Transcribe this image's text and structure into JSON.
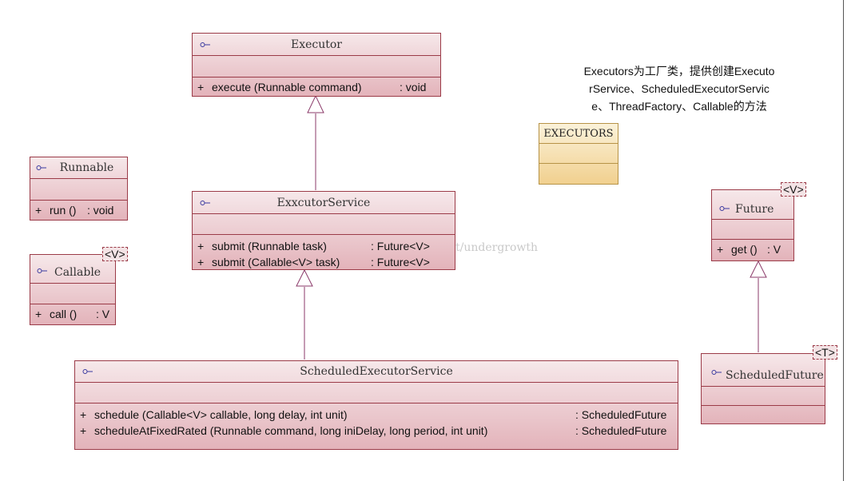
{
  "classes": {
    "executor": {
      "name": "Executor",
      "ops": [
        {
          "vis": "+",
          "sig": "execute (Runnable command)",
          "ret": ": void"
        }
      ]
    },
    "executor_service": {
      "name": "ExxcutorService",
      "ops": [
        {
          "vis": "+",
          "sig": "submit (Runnable task)",
          "ret": ": Future<V>"
        },
        {
          "vis": "+",
          "sig": "submit (Callable<V> task)",
          "ret": ": Future<V>"
        }
      ]
    },
    "scheduled_executor_service": {
      "name": "ScheduledExecutorService",
      "ops": [
        {
          "vis": "+",
          "sig": "schedule (Callable<V> callable, long delay, int unit)",
          "ret": ": ScheduledFuture"
        },
        {
          "vis": "+",
          "sig": "scheduleAtFixedRated (Runnable command, long iniDelay, long period, int unit)",
          "ret": ": ScheduledFuture"
        }
      ]
    },
    "runnable": {
      "name": "Runnable",
      "ops": [
        {
          "vis": "+",
          "sig": "run ()",
          "ret": ": void"
        }
      ]
    },
    "callable": {
      "name": "Callable",
      "type_param": "<V>",
      "ops": [
        {
          "vis": "+",
          "sig": "call ()",
          "ret": ": V"
        }
      ]
    },
    "future": {
      "name": "Future",
      "type_param": "<V>",
      "ops": [
        {
          "vis": "+",
          "sig": "get ()",
          "ret": ": V"
        }
      ]
    },
    "scheduled_future": {
      "name": "ScheduledFuture",
      "type_param": "<T>"
    },
    "executors": {
      "name": "EXECUTORS"
    }
  },
  "note": {
    "lines": [
      "Executors为工厂类，提供创建Executo",
      "rService、ScheduledExecutorServic",
      "e、ThreadFactory、Callable的方法"
    ]
  },
  "watermark": "t/undergrowth",
  "colors": {
    "class_border": "#9b3b48",
    "class_fill_top": "#f6e8ea",
    "class_fill_bottom": "#e3b3ba",
    "executors_fill": "#f1d08f",
    "connector": "#8b3a6a"
  }
}
